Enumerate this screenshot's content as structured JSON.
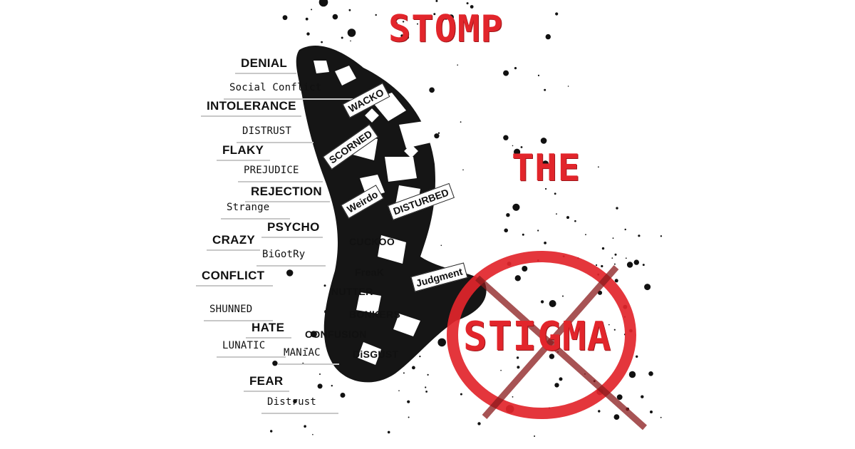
{
  "title": {
    "line1": "STOMP",
    "line2": "THE",
    "line3": "STIGMA"
  },
  "words_left": [
    "DENIAL",
    "Social Conflict",
    "INTOLERANCE",
    "DISTRUST",
    "FLAKY",
    "PREJUDICE",
    "REJECTION",
    "Strange",
    "PSYCHO",
    "CRAZY",
    "BiGotRy",
    "CONFLICT",
    "SHUNNED",
    "HATE",
    "LUNATIC",
    "MANiAC",
    "FEAR",
    "Distrust"
  ],
  "words_shoe": [
    "WACKO",
    "SCORNED",
    "Weirdo",
    "DISTURBED",
    "CUCKOO",
    "FreaK",
    "Judgment",
    "NUTTER",
    "BONKERS",
    "CONFUSION",
    "DiSGUST"
  ],
  "colors": {
    "accent_red": "#e2252b",
    "ink": "#111111",
    "background": "#ffffff"
  }
}
